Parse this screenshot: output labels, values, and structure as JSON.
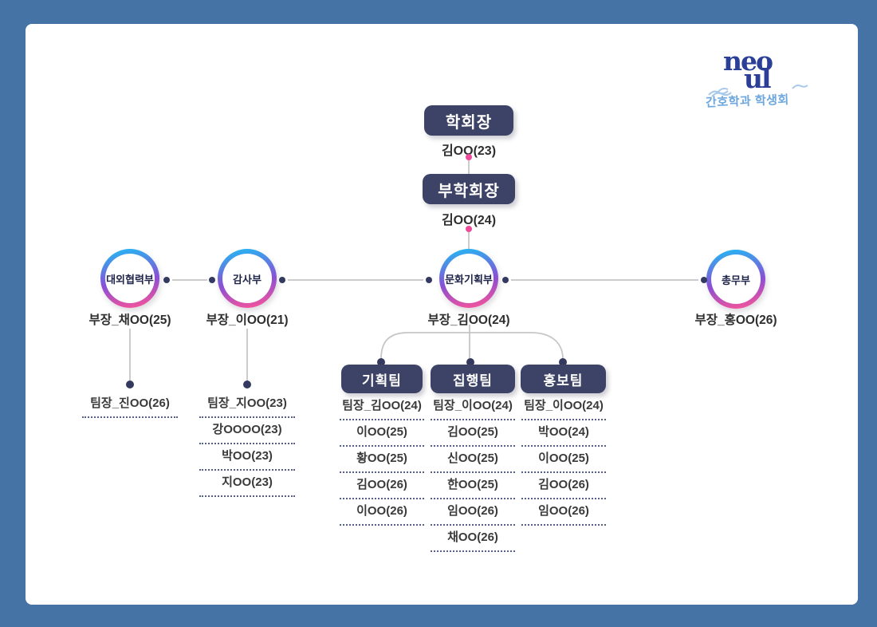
{
  "logo": {
    "line1": "neo",
    "line2": "ul",
    "subtitle": "간호학과 학생회"
  },
  "top": {
    "president": {
      "title": "학회장",
      "name": "김OO(23)"
    },
    "vice_president": {
      "title": "부학회장",
      "name": "김OO(24)"
    }
  },
  "departments": [
    {
      "title": "대외협력부",
      "head": "부장_채OO(25)",
      "members": [
        "팀장_진OO(26)"
      ]
    },
    {
      "title": "감사부",
      "head": "부장_이OO(21)",
      "members": [
        "팀장_지OO(23)",
        "강OOOO(23)",
        "박OO(23)",
        "지OO(23)"
      ]
    },
    {
      "title": "문화기획부",
      "head": "부장_김OO(24)",
      "members": []
    },
    {
      "title": "총무부",
      "head": "부장_홍OO(26)",
      "members": []
    }
  ],
  "teams": [
    {
      "title": "기획팀",
      "members": [
        "팀장_김OO(24)",
        "이OO(25)",
        "황OO(25)",
        "김OO(26)",
        "이OO(26)"
      ]
    },
    {
      "title": "집행팀",
      "members": [
        "팀장_이OO(24)",
        "김OO(25)",
        "신OO(25)",
        "한OO(25)",
        "임OO(26)",
        "채OO(26)"
      ]
    },
    {
      "title": "홍보팀",
      "members": [
        "팀장_이OO(24)",
        "박OO(24)",
        "이OO(25)",
        "김OO(26)",
        "임OO(26)"
      ]
    }
  ],
  "colors": {
    "frame": "#4573a6",
    "box_navy": "#3d4366",
    "dot_pink": "#ee4c9b",
    "dot_navy": "#343a5f",
    "ring_top": "#29b2f1",
    "ring_mid": "#8a4fd5",
    "ring_bottom": "#f2539c",
    "connector": "#cccccc",
    "logo_blue": "#2b3f97",
    "logo_light_blue": "#6da7de"
  }
}
